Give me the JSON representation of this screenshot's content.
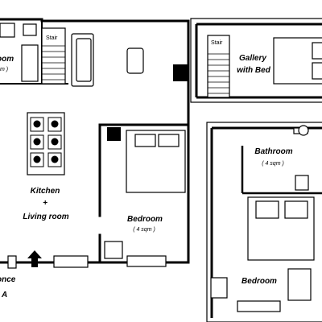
{
  "labels": {
    "room_cut": "oom",
    "room_cut_area": "m )",
    "stair_left": "Stair",
    "stair_right": "Stair",
    "gallery_line1": "Gallery",
    "gallery_line2": "with Bed",
    "kitchen_line1": "Kitchen",
    "kitchen_line2": "+",
    "kitchen_line3": "Living room",
    "bedroom_a": "Bedroom",
    "bedroom_a_area": "( 4 sqm )",
    "bathroom": "Bathroom",
    "bathroom_area": "( 4 sqm )",
    "bedroom_b": "Bedroom",
    "entrance_cut": "once",
    "entrance_letter": "A"
  }
}
